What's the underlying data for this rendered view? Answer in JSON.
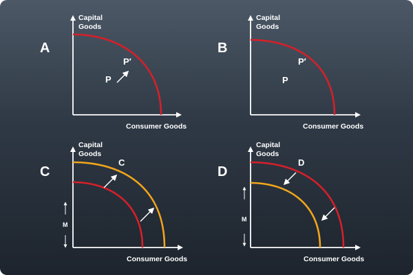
{
  "panels": [
    {
      "id": "A",
      "letter": "A",
      "y_axis_label": [
        "Capital",
        "Goods"
      ],
      "x_axis_label": "Consumer Goods",
      "points": [
        "P",
        "P′"
      ],
      "curve_colors": [
        "#d4202a"
      ]
    },
    {
      "id": "B",
      "letter": "B",
      "y_axis_label": [
        "Capital",
        "Goods"
      ],
      "x_axis_label": "Consumer Goods",
      "points": [
        "P",
        "P′"
      ],
      "curve_colors": [
        "#d4202a"
      ]
    },
    {
      "id": "C",
      "letter": "C",
      "y_axis_label": [
        "Capital",
        "Goods"
      ],
      "x_axis_label": "Consumer Goods",
      "curve_label": "C",
      "side_label": "M",
      "curve_colors": [
        "#d4202a",
        "#f2a51c"
      ],
      "shift": "outward"
    },
    {
      "id": "D",
      "letter": "D",
      "y_axis_label": [
        "Capital",
        "Goods"
      ],
      "x_axis_label": "Consumer Goods",
      "curve_label": "D",
      "side_label": "M",
      "curve_colors": [
        "#d4202a",
        "#f2a51c"
      ],
      "shift": "inward"
    }
  ],
  "colors": {
    "axis": "#ffffff",
    "red_curve": "#d4202a",
    "orange_curve": "#f2a51c",
    "background_top": "#4c5866",
    "background_bottom": "#1d242d"
  }
}
